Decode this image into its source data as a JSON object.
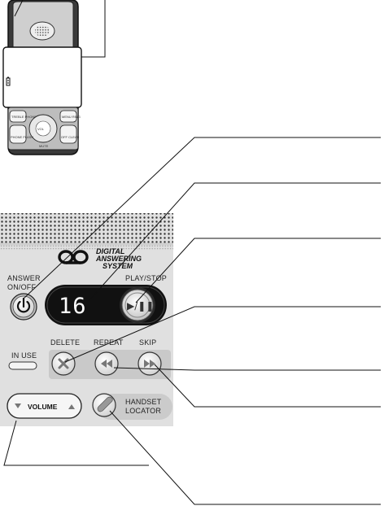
{
  "handset": {
    "key_labels": [
      "TREBLE PHONE",
      "MENU RING",
      "VOL",
      "MUTE",
      "PHONE FLASH",
      "OFF CLEAR"
    ]
  },
  "base": {
    "logo_lines": [
      "DIGITAL",
      "ANSWERING",
      "SYSTEM"
    ],
    "answer_label_line1": "ANSWER",
    "answer_label_line2": "ON/OFF",
    "play_stop_label": "PLAY/STOP",
    "message_count": "16",
    "play_button_glyph": "▶/❚❚",
    "delete_label": "DELETE",
    "repeat_label": "REPEAT",
    "skip_label": "SKIP",
    "in_use_label": "IN USE",
    "volume_label": "VOLUME",
    "locator_label_line1": "HANDSET",
    "locator_label_line2": "LOCATOR"
  },
  "colors": {
    "panel": "#dedede",
    "display": "#111111",
    "button_face": "#f2f2f2",
    "outline": "#222222"
  }
}
